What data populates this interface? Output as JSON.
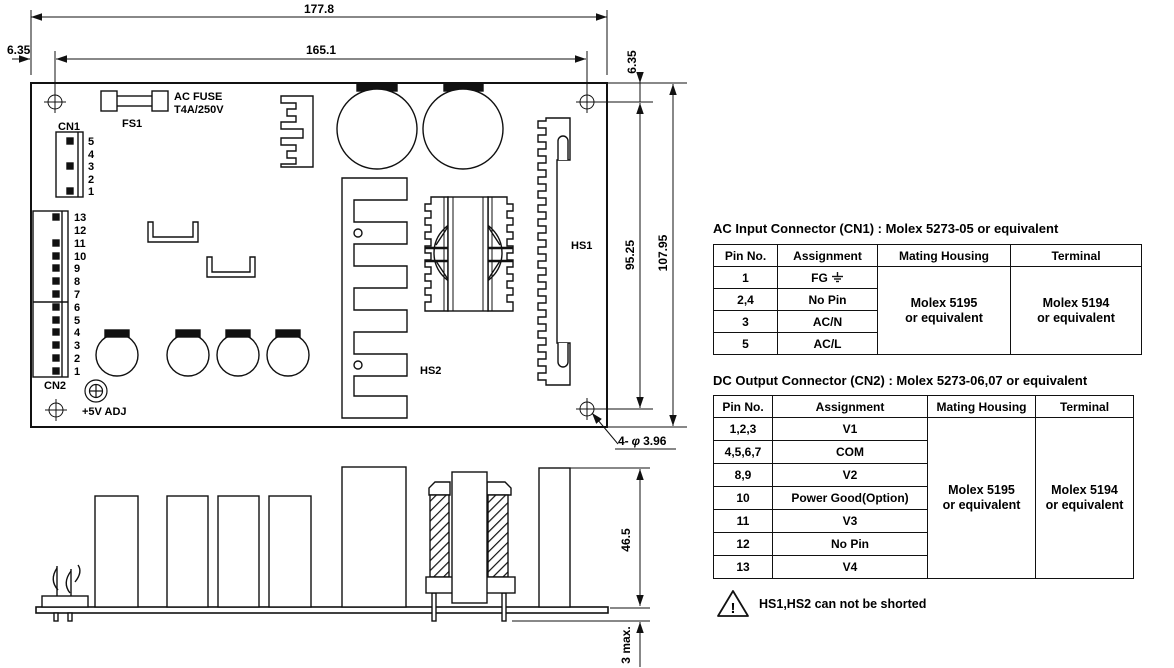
{
  "top_view": {
    "dim_width_overall": "177.8",
    "dim_width_inner": "165.1",
    "dim_edge_left": "6.35",
    "dim_edge_right": "6.35",
    "dim_hole_span_v": "95.25",
    "dim_height_overall": "107.95",
    "hole_note_prefix": "4-",
    "hole_note_phi": "φ",
    "hole_note_value": "3.96",
    "fuse_label_line1": "AC FUSE",
    "fuse_label_line2": "T4A/250V",
    "fuse_ref": "FS1",
    "cn1_label": "CN1",
    "cn2_label": "CN2",
    "hs1_label": "HS1",
    "hs2_label": "HS2",
    "adj_label": "+5V ADJ",
    "cn1_pins": [
      "5",
      "4",
      "3",
      "2",
      "1"
    ],
    "cn2_pins": [
      "13",
      "12",
      "11",
      "10",
      "9",
      "8",
      "7",
      "6",
      "5",
      "4",
      "3",
      "2",
      "1"
    ]
  },
  "side_view": {
    "dim_height": "46.5",
    "dim_pin_max": "3 max."
  },
  "tables": {
    "ac": {
      "title": "AC Input Connector (CN1) : Molex 5273-05 or equivalent",
      "headers": [
        "Pin No.",
        "Assignment",
        "Mating Housing",
        "Terminal"
      ],
      "rows": [
        {
          "pin": "1",
          "assignment": "FG"
        },
        {
          "pin": "2,4",
          "assignment": "No Pin"
        },
        {
          "pin": "3",
          "assignment": "AC/N"
        },
        {
          "pin": "5",
          "assignment": "AC/L"
        }
      ],
      "mating_housing_line1": "Molex 5195",
      "mating_housing_line2": "or equivalent",
      "terminal_line1": "Molex 5194",
      "terminal_line2": "or equivalent"
    },
    "dc": {
      "title": "DC Output Connector (CN2) : Molex 5273-06,07 or equivalent",
      "headers": [
        "Pin No.",
        "Assignment",
        "Mating Housing",
        "Terminal"
      ],
      "rows": [
        {
          "pin": "1,2,3",
          "assignment": "V1"
        },
        {
          "pin": "4,5,6,7",
          "assignment": "COM"
        },
        {
          "pin": "8,9",
          "assignment": "V2"
        },
        {
          "pin": "10",
          "assignment": "Power Good(Option)"
        },
        {
          "pin": "11",
          "assignment": "V3"
        },
        {
          "pin": "12",
          "assignment": "No Pin"
        },
        {
          "pin": "13",
          "assignment": "V4"
        }
      ],
      "mating_housing_line1": "Molex 5195",
      "mating_housing_line2": "or equivalent",
      "terminal_line1": "Molex 5194",
      "terminal_line2": "or equivalent"
    }
  },
  "warning": {
    "icon_mark": "!",
    "text": "HS1,HS2 can not be shorted"
  },
  "colors": {
    "line": "#111111",
    "background": "#ffffff"
  }
}
